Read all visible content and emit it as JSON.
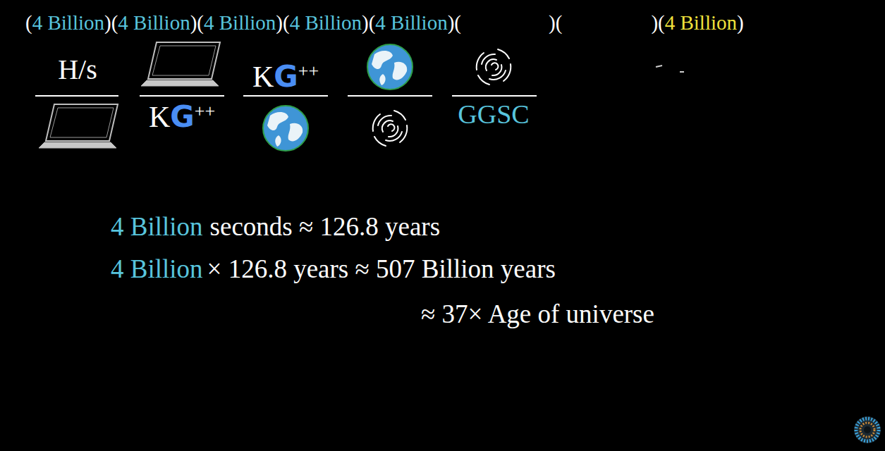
{
  "diagram": {
    "labels": [
      "(",
      "4 Billion",
      ")",
      "(",
      "4 Billion",
      ")",
      "(",
      "4 Billion",
      ")",
      "(",
      "4 Billion",
      ")",
      "(",
      "4 Billion",
      ")",
      "(",
      ")",
      "(",
      ")",
      "(",
      "4 Billion",
      ")",
      "4 Billion",
      "seconds ≈ 126.8 years",
      "4 Billion",
      "× 126.8 years ≈ 507 Billion years",
      "≈ 37× Age of universe",
      "H/s",
      "K",
      "G",
      "++",
      "K",
      "G",
      "++",
      "GGSC"
    ]
  }
}
